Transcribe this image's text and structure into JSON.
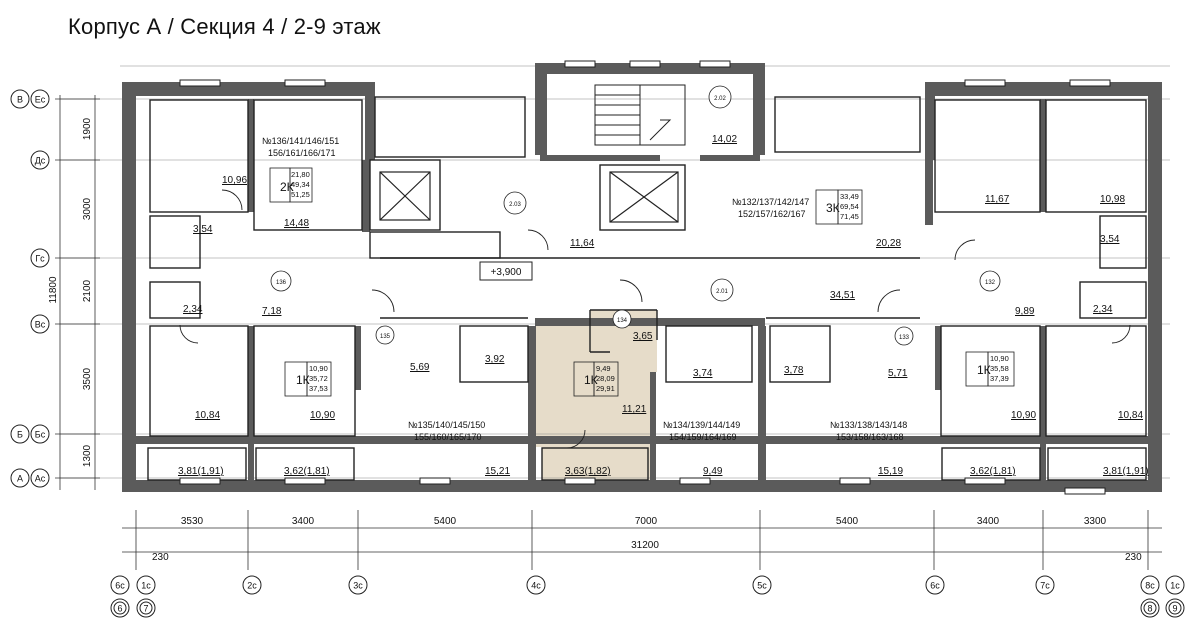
{
  "title": "Корпус А / Секция 4 / 2-9 этаж",
  "elevation": "+3,900",
  "axes_left": [
    {
      "cyr": "В",
      "lat": "Ес"
    },
    {
      "cyr": "",
      "lat": "Дс"
    },
    {
      "cyr": "",
      "lat": "Гс"
    },
    {
      "cyr": "",
      "lat": "Вс"
    },
    {
      "cyr": "Б",
      "lat": "Бс"
    },
    {
      "cyr": "А",
      "lat": "Ас"
    }
  ],
  "left_dims": [
    "1900",
    "3000",
    "2100",
    "3500",
    "1300"
  ],
  "left_total": "11800",
  "bottom_dims": [
    "3530",
    "3400",
    "5400",
    "7000",
    "5400",
    "3400",
    "3300"
  ],
  "bottom_total": "31200",
  "bottom_edge_left": "230",
  "bottom_edge_right": "230",
  "bottom_axes": [
    {
      "top": "6с",
      "bottom": "6"
    },
    {
      "top": "1с",
      "bottom": "7"
    },
    {
      "top": "2с",
      "bottom": ""
    },
    {
      "top": "3с",
      "bottom": ""
    },
    {
      "top": "4с",
      "bottom": ""
    },
    {
      "top": "5с",
      "bottom": ""
    },
    {
      "top": "6с",
      "bottom": ""
    },
    {
      "top": "7с",
      "bottom": ""
    },
    {
      "top": "8с",
      "bottom": "8"
    },
    {
      "top": "1с",
      "bottom": "9"
    }
  ],
  "apartments": [
    {
      "numbers1": "№136/141/146/151",
      "numbers2": "156/161/166/171",
      "type": "2К",
      "a1": "21,80",
      "a2": "49,34",
      "a3": "51,25"
    },
    {
      "numbers1": "№132/137/142/147",
      "numbers2": "152/157/162/167",
      "type": "3К",
      "a1": "33,49",
      "a2": "69,54",
      "a3": "71,45"
    },
    {
      "numbers1": "№135/140/145/150",
      "numbers2": "155/160/165/170",
      "type": "1К",
      "a1": "10,90",
      "a2": "35,72",
      "a3": "37,53"
    },
    {
      "numbers1": "№134/139/144/149",
      "numbers2": "154/159/164/169",
      "type": "1К",
      "a1": "9,49",
      "a2": "28,09",
      "a3": "29,91"
    },
    {
      "numbers1": "№133/138/143/148",
      "numbers2": "153/158/163/168",
      "type": "1К",
      "a1": "10,90",
      "a2": "35,58",
      "a3": "37,39"
    }
  ],
  "room_areas": {
    "r_1096": "10,96",
    "r_1448": "14,48",
    "r_354l": "3,54",
    "r_234l": "2,34",
    "r_718": "7,18",
    "r_1402": "14,02",
    "r_1164": "11,64",
    "r_2028": "20,28",
    "r_1167": "11,67",
    "r_1098": "10,98",
    "r_354r": "3,54",
    "r_234r": "2,34",
    "r_989": "9,89",
    "r_3451": "34,51",
    "r_1084l": "10,84",
    "r_1090l": "10,90",
    "r_569": "5,69",
    "r_392": "3,92",
    "r_365": "3,65",
    "r_374": "3,74",
    "r_1121": "11,21",
    "r_378": "3,78",
    "r_571": "5,71",
    "r_1090r": "10,90",
    "r_1084r": "10,84",
    "b_381l": "3,81(1,91)",
    "b_362l": "3,62(1,81)",
    "r_1521": "15,21",
    "b_363": "3,63(1,82)",
    "r_949": "9,49",
    "r_1519": "15,19",
    "b_362r": "3,62(1,81)",
    "b_381r": "3,81(1,91)"
  },
  "door_tags": {
    "d202": "2.02",
    "d203": "2.03",
    "d201": "2.01",
    "d136": "136",
    "d132": "132",
    "d135": "135",
    "d134": "134",
    "d133": "133"
  },
  "colors": {
    "highlight": "#e6dcc9",
    "wall": "#5b5b5b",
    "line": "#222222"
  }
}
